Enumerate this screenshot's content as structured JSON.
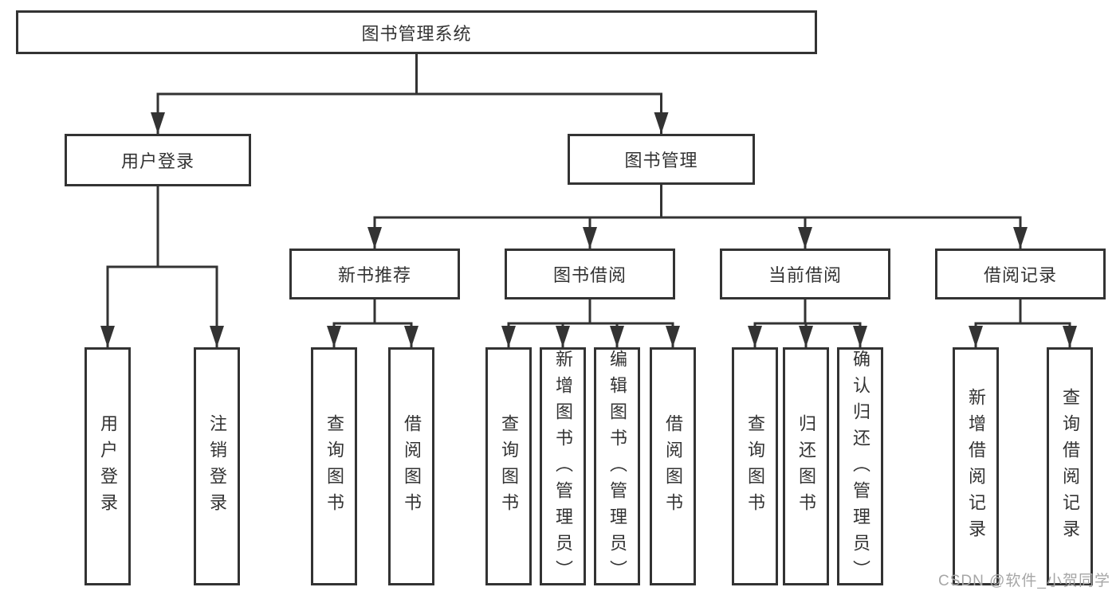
{
  "tree": {
    "label": "图书管理系统",
    "children": [
      {
        "label": "用户登录",
        "children": [
          {
            "label": "用户登录"
          },
          {
            "label": "注销登录"
          }
        ]
      },
      {
        "label": "图书管理",
        "children": [
          {
            "label": "新书推荐",
            "children": [
              {
                "label": "查询图书"
              },
              {
                "label": "借阅图书"
              }
            ]
          },
          {
            "label": "图书借阅",
            "children": [
              {
                "label": "查询图书"
              },
              {
                "label": "新增图书（管理员）"
              },
              {
                "label": "编辑图书（管理员）"
              },
              {
                "label": "借阅图书"
              }
            ]
          },
          {
            "label": "当前借阅",
            "children": [
              {
                "label": "查询图书"
              },
              {
                "label": "归还图书"
              },
              {
                "label": "确认归还（管理员）"
              }
            ]
          },
          {
            "label": "借阅记录",
            "children": [
              {
                "label": "新增借阅记录"
              },
              {
                "label": "查询借阅记录"
              }
            ]
          }
        ]
      }
    ]
  },
  "watermark": {
    "text": "CSDN @软件_小贺同学"
  },
  "colors": {
    "line": "#333333",
    "text": "#333333",
    "watermark": "#a6a6a6",
    "background": "#ffffff"
  }
}
